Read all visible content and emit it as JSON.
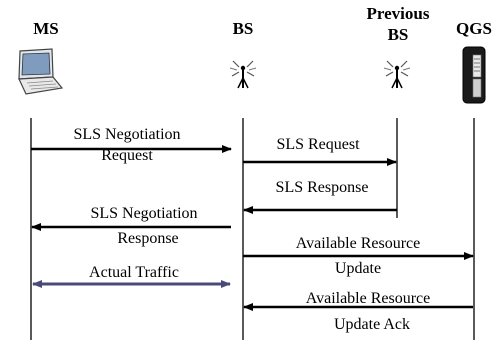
{
  "entities": {
    "ms": "MS",
    "bs": "BS",
    "previous_bs_line1": "Previous",
    "previous_bs_line2": "BS",
    "qgs": "QGS"
  },
  "icons": {
    "ms": "laptop-icon",
    "bs": "base-station-tower-icon",
    "previous_bs": "base-station-tower-icon",
    "qgs": "server-icon"
  },
  "messages": [
    {
      "line1": "SLS Negotiation",
      "line2": "Request",
      "from": "MS",
      "to": "BS",
      "color": "#000000"
    },
    {
      "line1": "SLS Request",
      "line2": "",
      "from": "BS",
      "to": "Previous BS",
      "color": "#000000"
    },
    {
      "line1": "SLS Response",
      "line2": "",
      "from": "Previous BS",
      "to": "BS",
      "color": "#000000"
    },
    {
      "line1": "SLS Negotiation",
      "line2": "Response",
      "from": "BS",
      "to": "MS",
      "color": "#000000"
    },
    {
      "line1": "Available Resource",
      "line2": "Update",
      "from": "BS",
      "to": "QGS",
      "color": "#000000"
    },
    {
      "line1": "Actual Traffic",
      "line2": "",
      "from": "MS",
      "to": "BS",
      "bidirectional": true,
      "color": "#4a4a78"
    },
    {
      "line1": "Available Resource",
      "line2": "Update Ack",
      "from": "QGS",
      "to": "BS",
      "color": "#000000"
    }
  ]
}
